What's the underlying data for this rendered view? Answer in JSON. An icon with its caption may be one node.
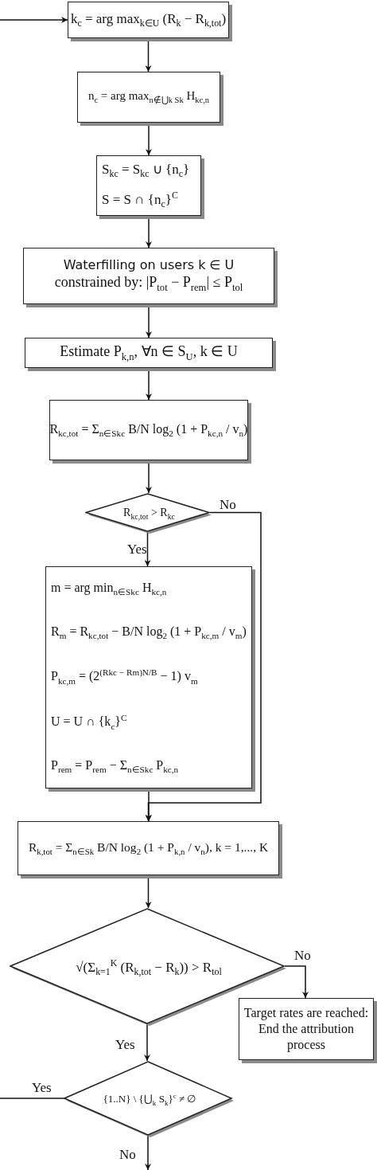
{
  "diagram": {
    "nodes": [
      {
        "text": [
          "k$_{c}$ = arg max$_{k∈U}$ (R$_{k}$ − R$_{k,tot}$)"
        ]
      },
      {
        "text": [
          "n$_{c}$ = arg max$_{n∉⋃k Sk}$ H$_{kc,n}$"
        ]
      },
      {
        "text": [
          "S$_{kc}$ = S$_{kc}$ ∪ {n$_{c}$}",
          "S = S ∩ {n$_{c}$}$^{C}$"
        ]
      },
      {
        "text": [
          "Waterfilling on users k ∈ U",
          "constrained by: |P$_{tot}$ − P$_{rem}$| ≤ P$_{tol}$"
        ]
      },
      {
        "text": [
          "Estimate P$_{k,n}$,   ∀n ∈ S$_{U}$, k ∈ U"
        ]
      },
      {
        "text": [
          "R$_{kc,tot}$ = Σ$_{n∈Skc}$ B/N log$_{2}$ (1 + P$_{kc,n}$ / v$_{n}$)"
        ]
      },
      {
        "text": [
          "R$_{kc,tot}$ > R$_{kc}$"
        ]
      },
      {
        "text": [
          "m = arg min$_{n∈Skc}$ H$_{kc,n}$",
          "R$_{m}$ = R$_{kc,tot}$ − B/N log$_{2}$ (1 + P$_{kc,m}$ / v$_{m}$)",
          "P$_{kc,m}$ = (2$^{(Rkc − Rm)N/B}$ − 1) v$_{m}$",
          "U = U ∩ {k$_{c}$}$^{C}$",
          "P$_{rem}$ = P$_{rem}$ − Σ$_{n∈Skc}$ P$_{kc,n}$"
        ]
      },
      {
        "text": [
          "R$_{k,tot}$ = Σ$_{n∈Sk}$ B/N log$_{2}$ (1 + P$_{k,n}$ / v$_{n}$), k = 1,..., K"
        ]
      },
      {
        "text": [
          "√(Σ$_{k=1}$$^{K}$ (R$_{k,tot}$ − R$_{k}$)) > R$_{tol}$"
        ]
      },
      {
        "text": [
          "Target rates are reached: End the attribution process"
        ]
      },
      {
        "text": [
          "{1..N} \\ {⋃$_{k}$ S$_{k}$}$^{c}$ ≠ ∅"
        ]
      }
    ],
    "edges": [
      {
        "from": null,
        "to": 0,
        "arrow": "to"
      },
      {
        "from": 0,
        "to": 1,
        "arrow": "to"
      },
      {
        "from": 1,
        "to": 2,
        "arrow": "to"
      },
      {
        "from": 2,
        "to": 3,
        "arrow": "to"
      },
      {
        "from": 3,
        "to": 4,
        "arrow": "to"
      },
      {
        "from": 4,
        "to": 5,
        "arrow": "to"
      },
      {
        "from": 5,
        "to": 6,
        "arrow": "to"
      },
      {
        "from": 6,
        "to": 7,
        "arrow": "to",
        "label": "Yes"
      },
      {
        "from": 6,
        "to": 8,
        "arrow": "to",
        "label": "No"
      },
      {
        "from": 7,
        "to": 8,
        "arrow": "to"
      },
      {
        "from": 8,
        "to": 9,
        "arrow": "to"
      },
      {
        "from": 9,
        "to": 10,
        "arrow": "to",
        "label": "No"
      },
      {
        "from": 9,
        "to": 11,
        "arrow": "to",
        "label": "Yes"
      },
      {
        "from": 11,
        "to": null,
        "arrow": "none",
        "label": "Yes"
      },
      {
        "from": 11,
        "to": null,
        "arrow": "to",
        "label": "No"
      }
    ]
  }
}
